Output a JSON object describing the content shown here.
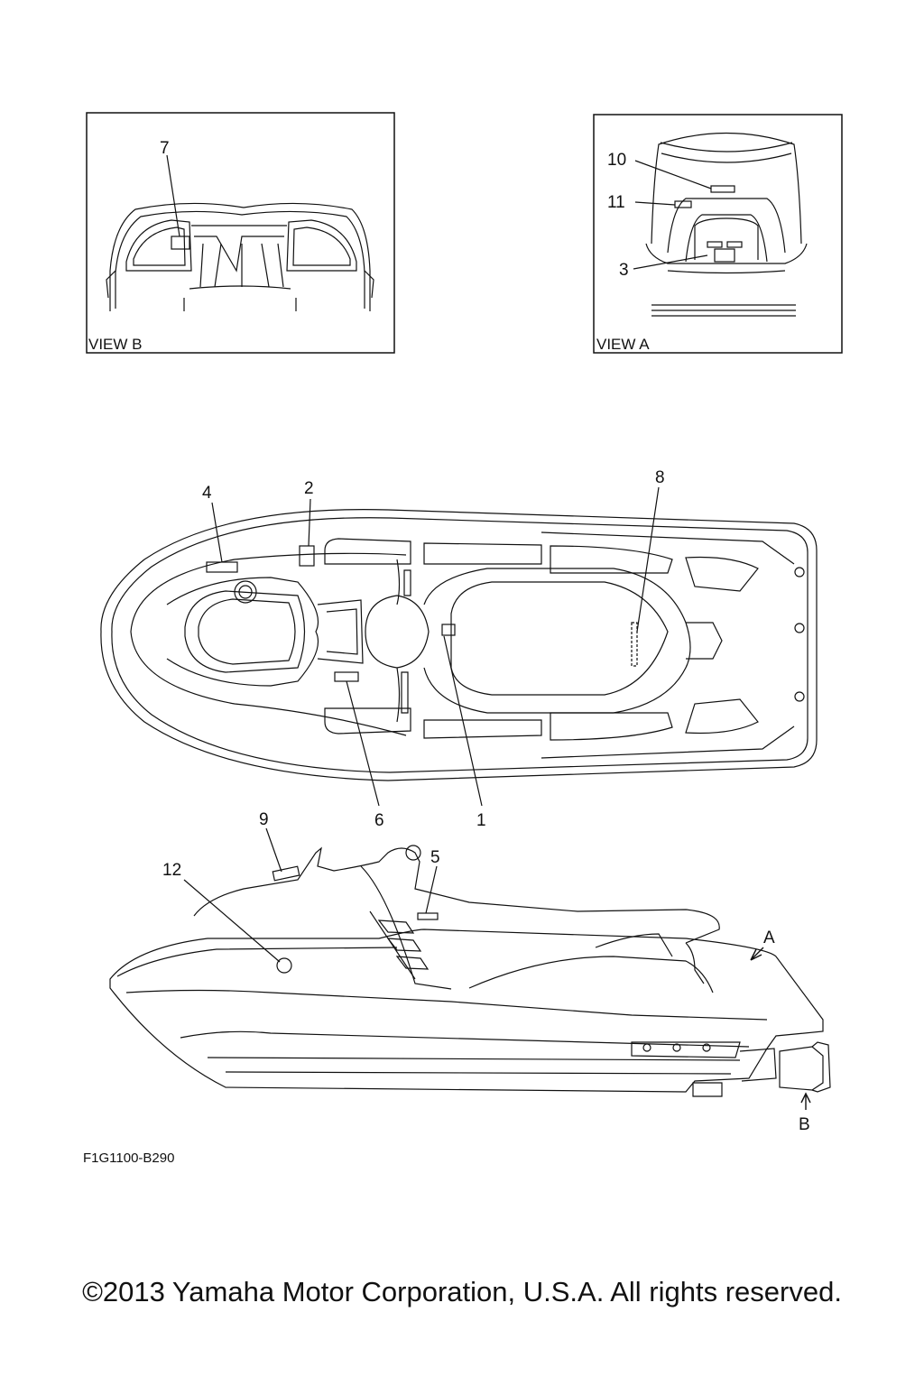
{
  "diagram": {
    "view_b": {
      "label": "VIEW B",
      "callouts": [
        "7"
      ]
    },
    "view_a": {
      "label": "VIEW A",
      "callouts": [
        "10",
        "11",
        "3"
      ]
    },
    "top_view": {
      "callouts": [
        "4",
        "2",
        "8",
        "6",
        "1"
      ]
    },
    "side_view": {
      "callouts": [
        "9",
        "12",
        "5"
      ],
      "arrow_a": "A",
      "arrow_b": "B"
    },
    "figure_code": "F1G1100-B290"
  },
  "footer": {
    "copyright": "©2013 Yamaha Motor Corporation, U.S.A. All rights reserved."
  },
  "colors": {
    "line": "#111111",
    "background": "#ffffff"
  }
}
